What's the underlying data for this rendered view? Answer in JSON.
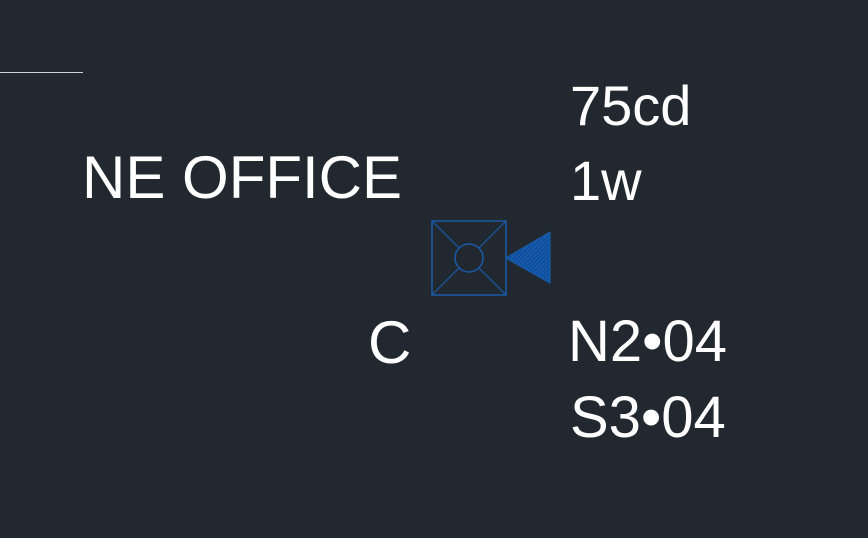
{
  "drawing": {
    "room_label": "NE OFFICE",
    "circuit_label": "C",
    "candela": "75cd",
    "wattage": "1w",
    "address_north": "N2•04",
    "address_south": "S3•04"
  },
  "symbol": {
    "name": "strobe-device-icon",
    "line_color": "#1a5aa8",
    "fill_color": "#0d4f9e"
  },
  "colors": {
    "background": "#212830",
    "text": "#ffffff",
    "wall_line": "#cfd3d8"
  }
}
